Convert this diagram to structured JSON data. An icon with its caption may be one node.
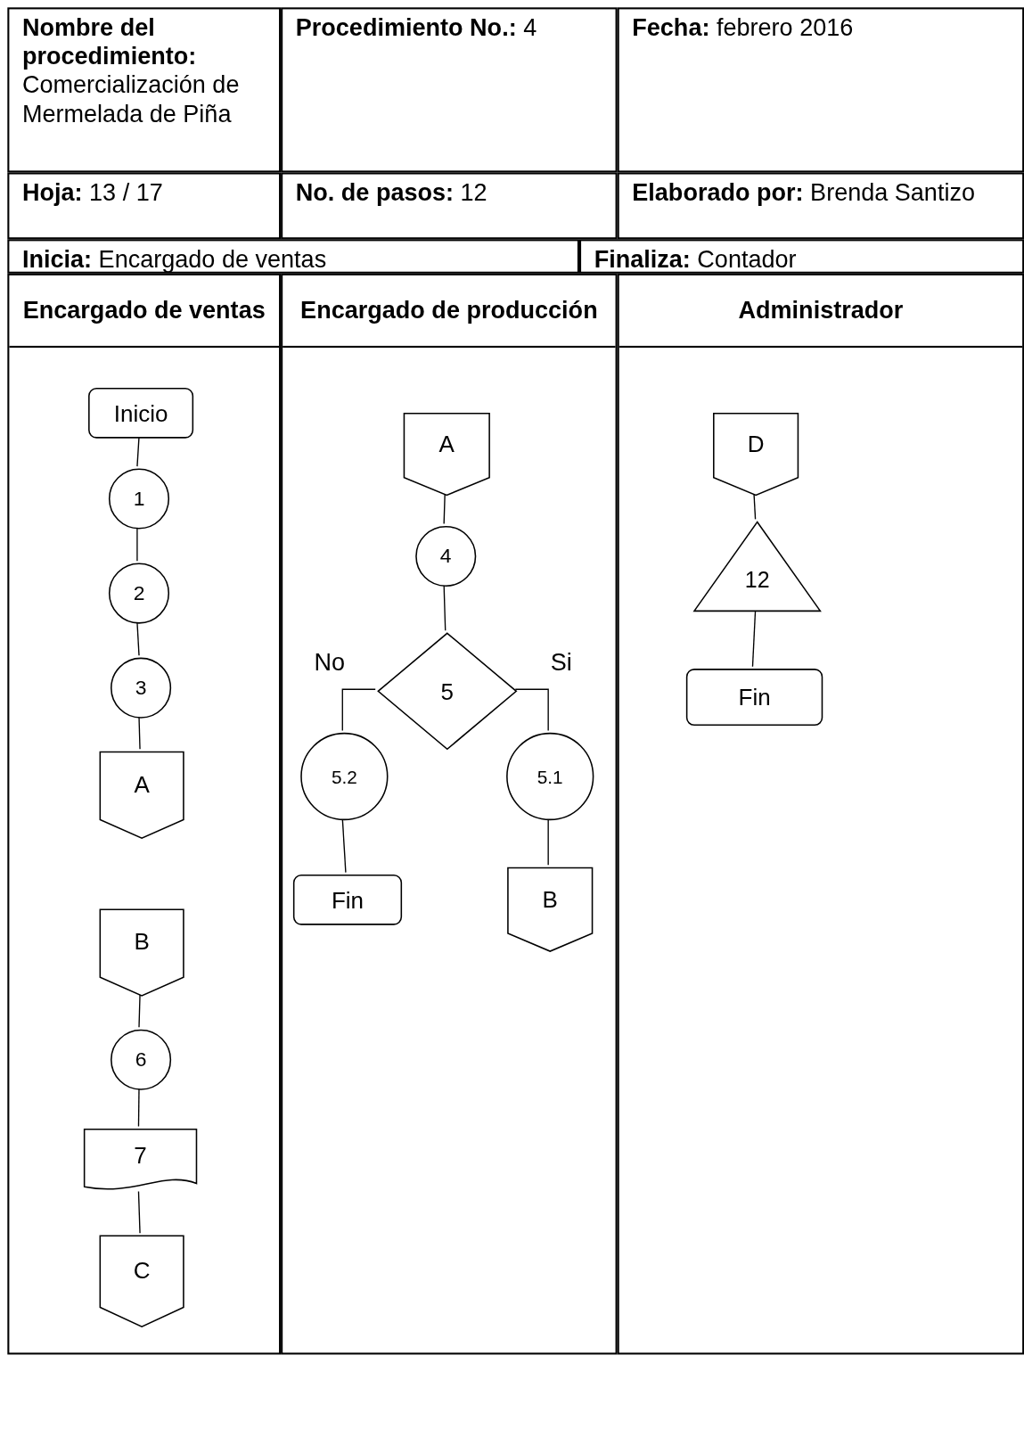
{
  "diagram": {
    "nodes": [
      {
        "text": [
          "Encargado de ventas"
        ]
      },
      {
        "text": [
          "Encargado de producción"
        ]
      },
      {
        "text": [
          "Administrador"
        ]
      },
      {
        "text": [
          "Inicio"
        ],
        "in": 0
      },
      {
        "text": [
          "1"
        ],
        "in": 0
      },
      {
        "text": [
          "2"
        ],
        "in": 0
      },
      {
        "text": [
          "3"
        ],
        "in": 0
      },
      {
        "text": [
          "A"
        ],
        "in": 0
      },
      {
        "text": [
          "B"
        ],
        "in": 0
      },
      {
        "text": [
          "6"
        ],
        "in": 0
      },
      {
        "text": [
          "7"
        ],
        "in": 0
      },
      {
        "text": [
          "C"
        ],
        "in": 0
      },
      {
        "text": [
          "A"
        ],
        "in": 1
      },
      {
        "text": [
          "4"
        ],
        "in": 1
      },
      {
        "text": [
          "5"
        ],
        "in": 1
      },
      {
        "text": [
          "5.2"
        ],
        "in": 1
      },
      {
        "text": [
          "5.1"
        ],
        "in": 1
      },
      {
        "text": [
          "Fin"
        ],
        "in": 1
      },
      {
        "text": [
          "B"
        ],
        "in": 1
      },
      {
        "text": [
          "D"
        ],
        "in": 2
      },
      {
        "text": [
          "12"
        ],
        "in": 2
      },
      {
        "text": [
          "Fin"
        ],
        "in": 2
      }
    ],
    "edges": [
      {
        "from": 3,
        "to": 4,
        "arrow": "none"
      },
      {
        "from": 4,
        "to": 5,
        "arrow": "none"
      },
      {
        "from": 5,
        "to": 6,
        "arrow": "none"
      },
      {
        "from": 6,
        "to": 7,
        "arrow": "none"
      },
      {
        "from": 8,
        "to": 9,
        "arrow": "none"
      },
      {
        "from": 9,
        "to": 10,
        "arrow": "none"
      },
      {
        "from": 10,
        "to": 11,
        "arrow": "none"
      },
      {
        "from": 12,
        "to": 13,
        "arrow": "none"
      },
      {
        "from": 13,
        "to": 14,
        "arrow": "none"
      },
      {
        "from": 14,
        "to": 15,
        "label": "No",
        "arrow": "none"
      },
      {
        "from": 14,
        "to": 16,
        "label": "Si",
        "arrow": "none"
      },
      {
        "from": 15,
        "to": 17,
        "arrow": "none"
      },
      {
        "from": 16,
        "to": 18,
        "arrow": "none"
      },
      {
        "from": 19,
        "to": 20,
        "arrow": "none"
      },
      {
        "from": 20,
        "to": 21,
        "arrow": "none"
      }
    ],
    "labels": [
      "**Nombre del procedimiento:** Comercialización de Mermelada de Piña",
      "**Procedimiento No.:** 4",
      "**Fecha:** febrero 2016",
      "**Hoja:** 13 / 17",
      "**No. de pasos:** 12",
      "**Elaborado por:** Brenda Santizo",
      "**Inicia:** Encargado de ventas",
      "**Finaliza:** Contador"
    ]
  }
}
